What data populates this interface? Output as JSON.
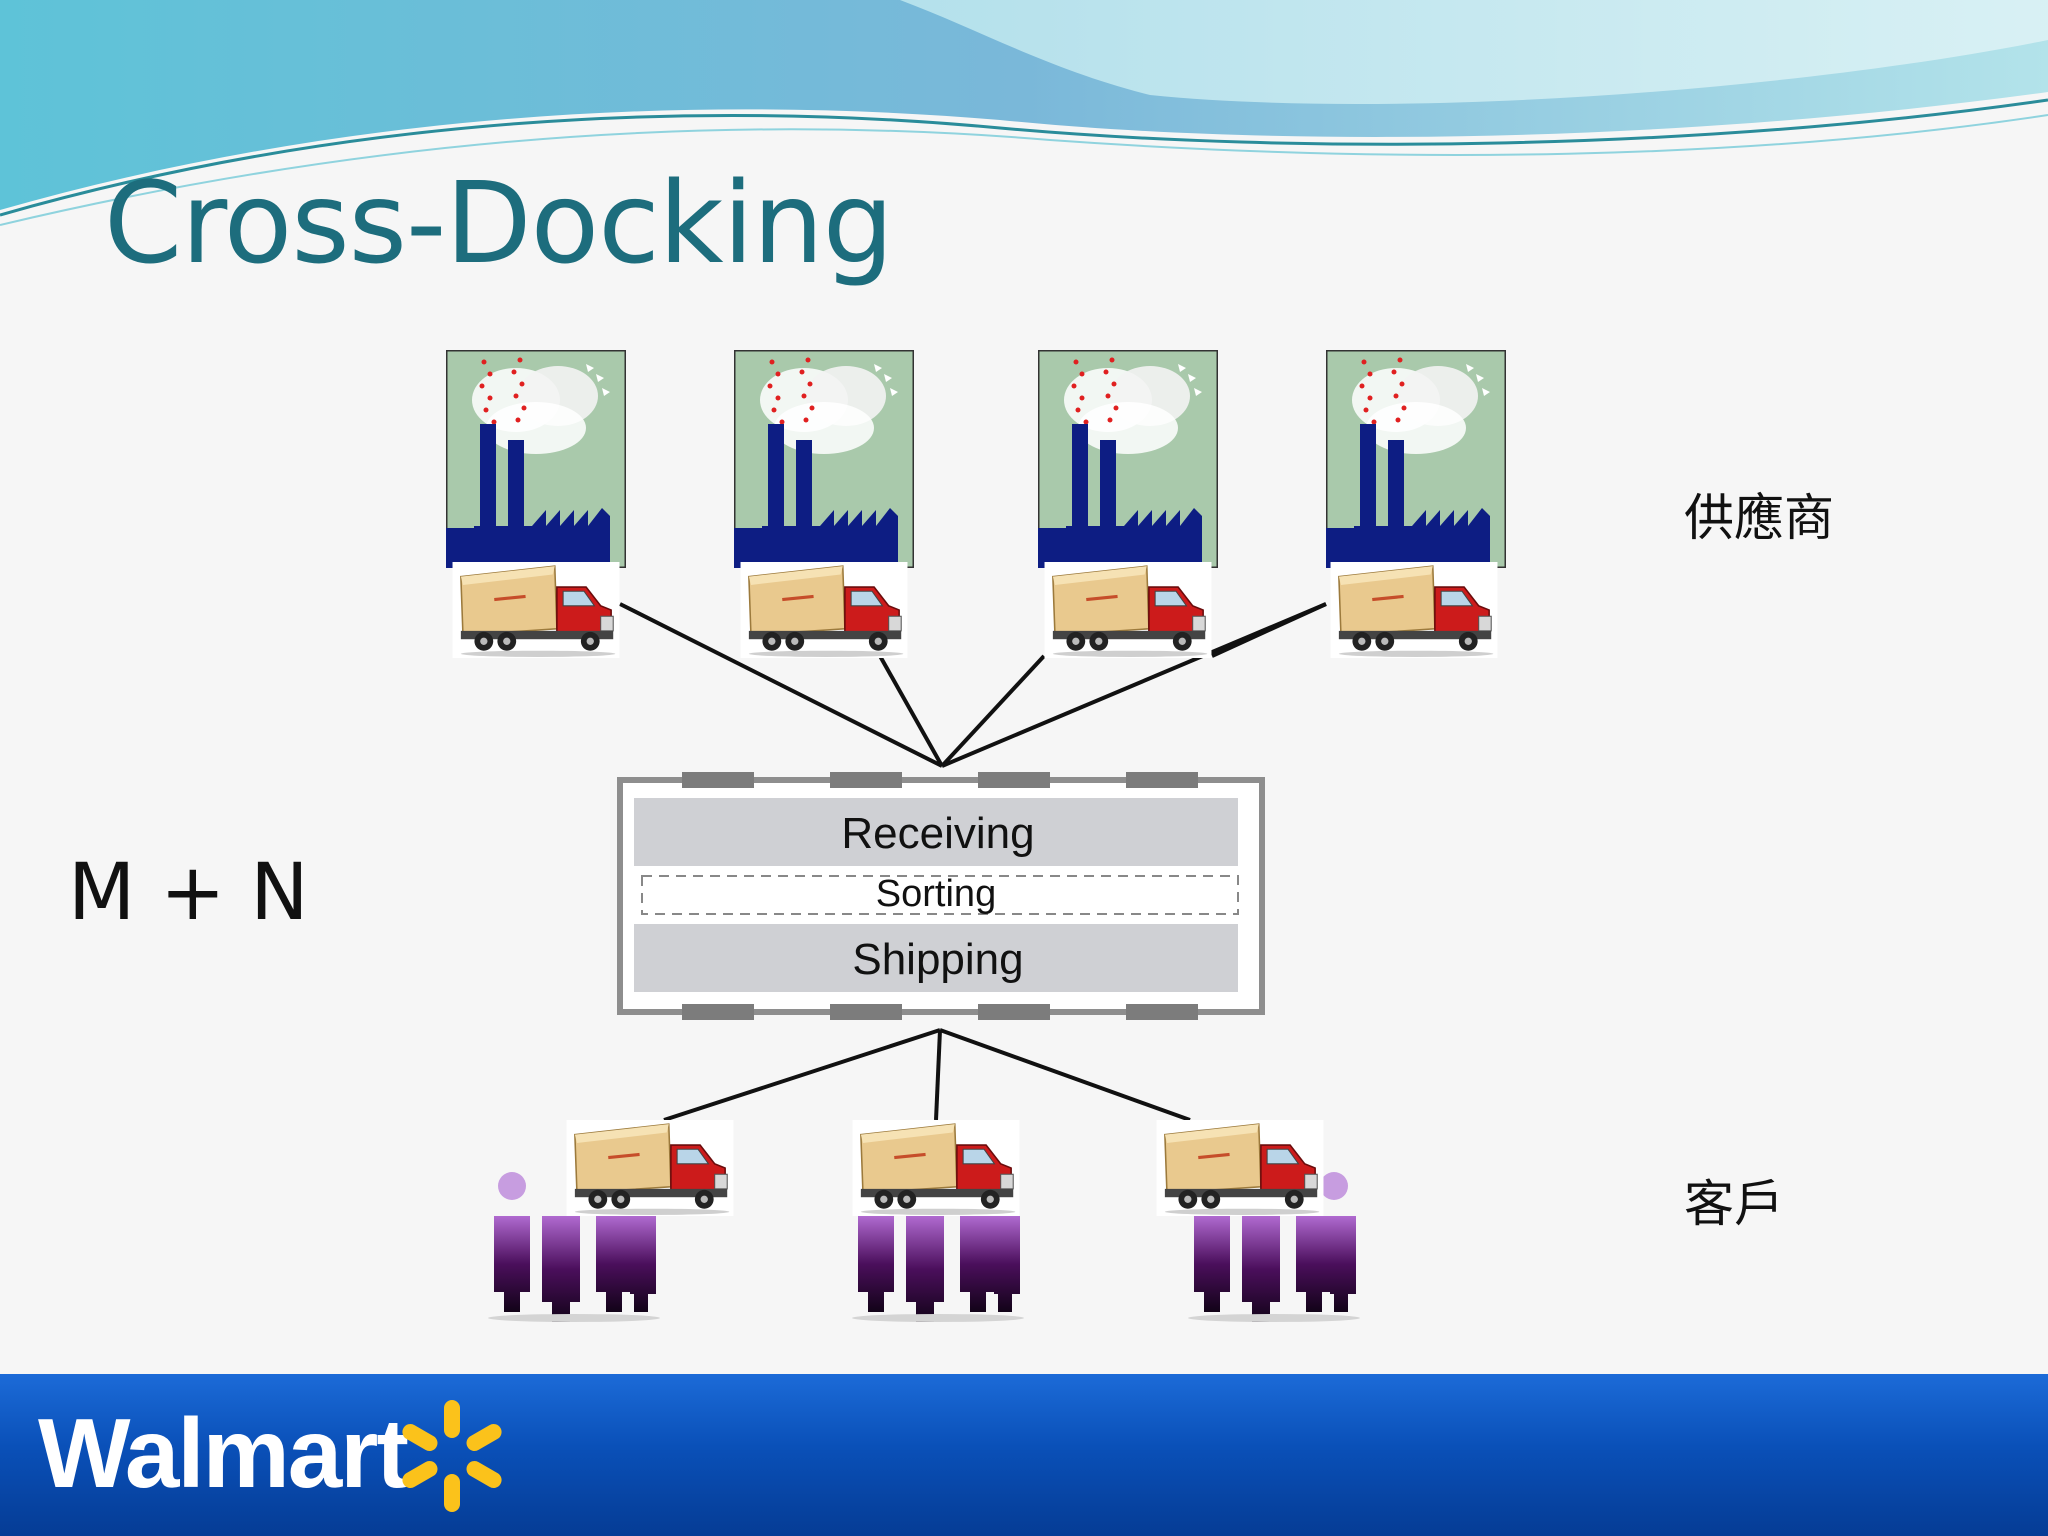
{
  "slide": {
    "title": "Cross-Docking",
    "formula": "M + N",
    "suppliers_label": "供應商",
    "customers_label": "客戶"
  },
  "diagram": {
    "stages": [
      "Receiving",
      "Sorting",
      "Shipping"
    ],
    "supplier_count": 4,
    "customer_group_count": 3
  },
  "footer": {
    "logo_text": "Walmart"
  },
  "colors": {
    "title": "#1d6d7d",
    "factory_sky": "#a9c9ab",
    "factory_body": "#0d1d83",
    "truck_cab": "#cc1b1b",
    "truck_box": "#e9c98e",
    "people": "#4b0f5c",
    "footer_blue": "#0a50b8",
    "spark_yellow": "#fbc21b"
  },
  "icons": [
    "wave-banner",
    "factory-icon",
    "truck-icon",
    "people-group-icon",
    "walmart-spark-icon"
  ]
}
